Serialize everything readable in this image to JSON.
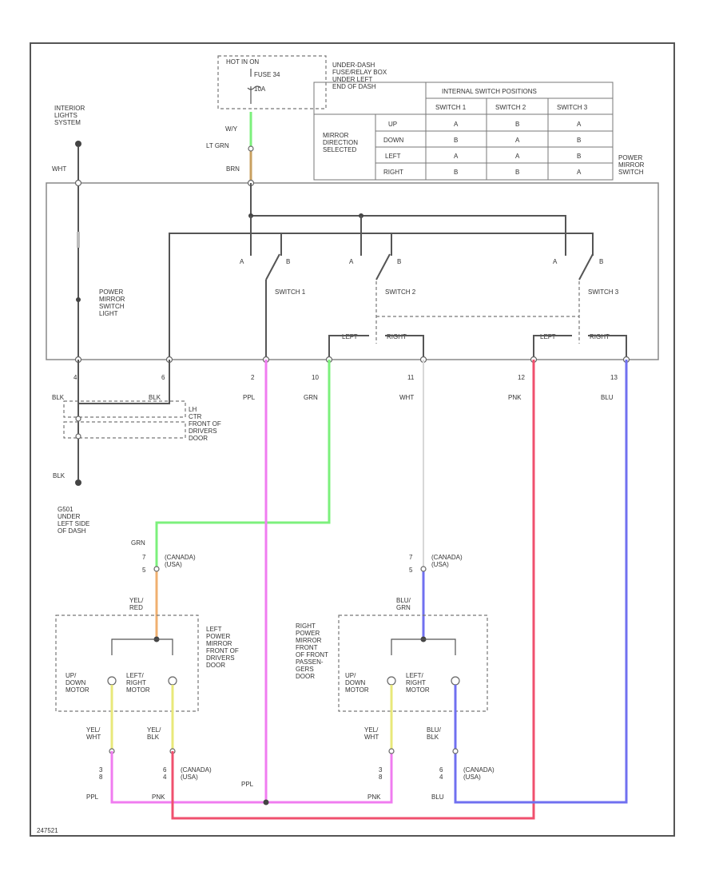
{
  "colors": {
    "lt_grn": "#c8a060",
    "grn": "#7cf07c",
    "ppl": "#f07cf0",
    "pnk": "#f0506e",
    "blu": "#7070f0",
    "wht": "#d8d8d8",
    "yel": "#e8e87a",
    "orange": "#f0b070",
    "cyan": "#70c8f0"
  },
  "labels": {
    "hot_in_on": "HOT IN ON",
    "fuse": "FUSE 34",
    "amp": "10A",
    "fuse_box": "UNDER-DASH\nFUSE/RELAY BOX\nUNDER LEFT\nEND OF DASH",
    "interior_lights": "INTERIOR\nLIGHTS\nSYSTEM",
    "w_hot": "W/Y",
    "lt_grn": "LT GRN",
    "brn": "BRN",
    "wht_top": "WHT",
    "power_mirror_switch": "POWER\nMIRROR\nSWITCH",
    "power_mirror_switch_light": "POWER\nMIRROR\nSWITCH\nLIGHT",
    "switch1": "SWITCH 1",
    "switch2": "SWITCH 2",
    "switch3": "SWITCH 3",
    "a": "A",
    "b": "B",
    "left": "LEFT",
    "right": "RIGHT",
    "pin4": "4",
    "pin6": "6",
    "pin2": "2",
    "pin10": "10",
    "pin11": "11",
    "pin12": "12",
    "pin13": "13",
    "blk1": "BLK",
    "blk2": "BLK",
    "ppl_top": "PPL",
    "grn_top": "GRN",
    "wht_mid": "WHT",
    "pnk_top": "PNK",
    "blu_top": "BLU",
    "lh_ctr": "LH\nCTR\nFRONT OF\nDRIVERS\nDOOR",
    "blk_g": "BLK",
    "g501": "G501\nUNDER\nLEFT SIDE\nOF DASH",
    "grn_left": "GRN",
    "canada_usa_left": "(CANADA)\n(USA)",
    "pin7l": "7",
    "pin5l": "5",
    "pin7r": "7",
    "pin5r": "5",
    "canada_usa_right": "(CANADA)\n(USA)",
    "yel_red": "YEL/\nRED",
    "blu_grn": "BLU/\nGRN",
    "left_power_mirror": "LEFT\nPOWER\nMIRROR\nFRONT OF\nDRIVERS\nDOOR",
    "right_power_mirror": "RIGHT\nPOWER\nMIRROR\nFRONT\nOF FRONT\nPASSEN-\nGERS\nDOOR",
    "up_down_motor_l": "UP/\nDOWN\nMOTOR",
    "left_right_motor_l": "LEFT/\nRIGHT\nMOTOR",
    "up_down_motor_r": "UP/\nDOWN\nMOTOR",
    "left_right_motor_r": "LEFT/\nRIGHT\nMOTOR",
    "yel_wht_l": "YEL/\nWHT",
    "yel_blk": "YEL/\nBLK",
    "yel_wht_r": "YEL/\nWHT",
    "blu_blk": "BLU/\nBLK",
    "pin_bot_l1": "3\n8",
    "pin_bot_l2": "6\n4",
    "pin_bot_r1": "3\n8",
    "pin_bot_r2": "6\n4",
    "canada_usa_bot_l": "(CANADA)\n(USA)",
    "canada_usa_bot_r": "(CANADA)\n(USA)",
    "ppl_bl": "PPL",
    "pnk_bl": "PNK",
    "ppl_mid": "PPL",
    "pnk_br": "PNK",
    "blu_br": "BLU",
    "fig_id": "247521"
  },
  "table": {
    "header_group": "INTERNAL SWITCH POSITIONS",
    "row_header": "MIRROR\nDIRECTION\nSELECTED",
    "columns": [
      "SWITCH 1",
      "SWITCH 2",
      "SWITCH 3"
    ],
    "rows": [
      {
        "label": "UP",
        "values": [
          "A",
          "B",
          "A"
        ]
      },
      {
        "label": "DOWN",
        "values": [
          "B",
          "A",
          "B"
        ]
      },
      {
        "label": "LEFT",
        "values": [
          "A",
          "A",
          "B"
        ]
      },
      {
        "label": "RIGHT",
        "values": [
          "B",
          "B",
          "A"
        ]
      }
    ]
  }
}
